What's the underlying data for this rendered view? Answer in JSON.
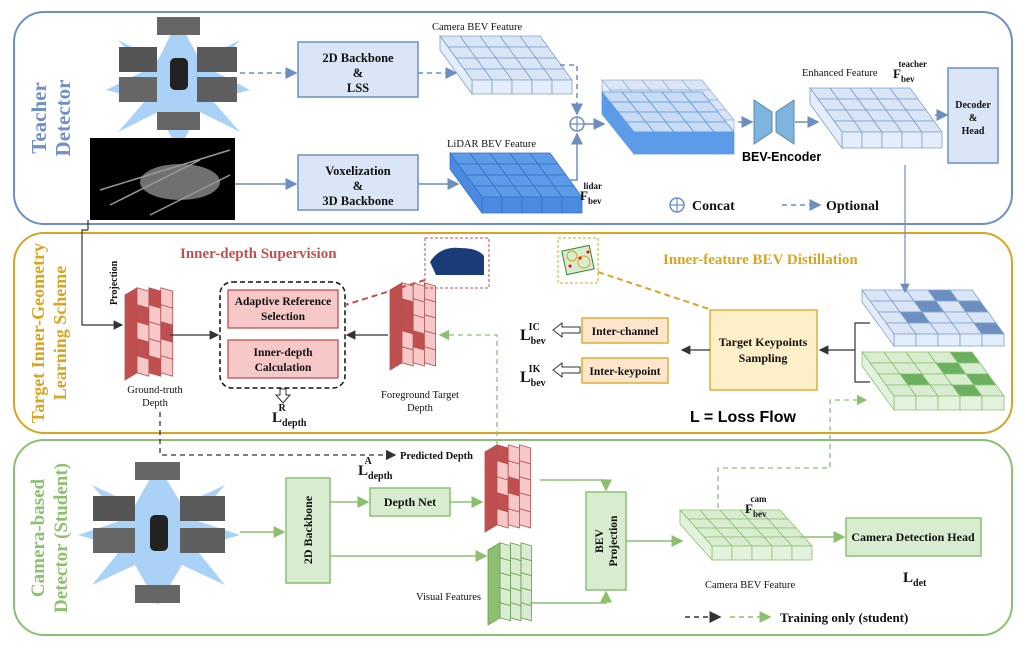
{
  "colors": {
    "teacher": "#6d8fc0",
    "scheme": "#d8a520",
    "student": "#8cc070",
    "supervision": "#c05050",
    "teacher_fill": "#dae6f6",
    "student_fill": "#d8ecd0",
    "red_fill": "#f6c8c8",
    "orange_fill": "#fde6cc",
    "yellow_fill": "#fdf0c8"
  },
  "teacher": {
    "title_line1": "Teacher",
    "title_line2": "Detector",
    "backbone2d": [
      "2D Backbone",
      "&",
      "LSS"
    ],
    "voxel": [
      "Voxelization",
      "&",
      "3D Backbone"
    ],
    "camera_bev_label": "Camera BEV Feature",
    "lidar_bev_label": "LiDAR BEV Feature",
    "f_lidar": {
      "base": "F",
      "sub": "bev",
      "sup": "lidar"
    },
    "encoder_label": "BEV-Encoder",
    "enhanced_label": "Enhanced Feature",
    "f_teacher": {
      "base": "F",
      "sub": "bev",
      "sup": "teacher"
    },
    "decoder": [
      "Decoder",
      "&",
      "Head"
    ],
    "legend_concat": "Concat",
    "legend_optional": "Optional"
  },
  "scheme": {
    "title_line1": "Target Inner-Geometry",
    "title_line2": "Learning Scheme",
    "supervision_title": "Inner-depth Supervision",
    "projection_label": "Projection",
    "gt_depth_label": [
      "Ground-truth",
      "Depth"
    ],
    "adaptive_box": [
      "Adaptive Reference",
      "Selection"
    ],
    "calc_box": [
      "Inner-depth",
      "Calculation"
    ],
    "l_depth_r": {
      "base": "L",
      "sub": "depth",
      "sup": "R"
    },
    "fg_depth_label": [
      "Foreground Target",
      "Depth"
    ],
    "distill_title": "Inner-feature BEV Distillation",
    "inter_channel": "Inter-channel",
    "inter_keypoint": "Inter-keypoint",
    "l_bev_ic": {
      "base": "L",
      "sub": "bev",
      "sup": "IC"
    },
    "l_bev_ik": {
      "base": "L",
      "sub": "bev",
      "sup": "IK"
    },
    "sampling_box": [
      "Target Keypoints",
      "Sampling"
    ],
    "loss_flow": "L = Loss Flow"
  },
  "student": {
    "title_line1": "Camera-based",
    "title_line2": "Detector (Student)",
    "backbone2d": "2D Backbone",
    "depth_net": "Depth Net",
    "predicted_depth": "Predicted Depth",
    "l_depth_a": {
      "base": "L",
      "sub": "depth",
      "sup": "A"
    },
    "visual_features": "Visual Features",
    "bev_projection": [
      "BEV",
      "Projection"
    ],
    "f_cam": {
      "base": "F",
      "sub": "bev",
      "sup": "cam"
    },
    "camera_bev_label": "Camera BEV Feature",
    "det_head": "Camera Detection Head",
    "l_det": {
      "base": "L",
      "sub": "det"
    },
    "legend_training": "Training only (student)"
  }
}
